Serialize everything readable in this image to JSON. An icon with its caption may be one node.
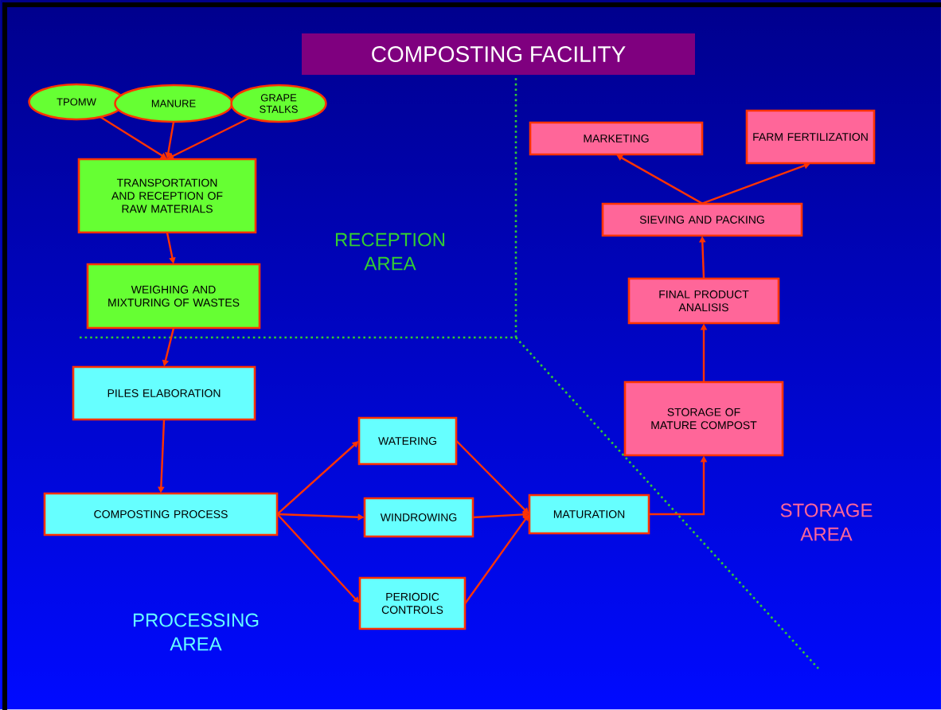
{
  "diagram": {
    "title": "COMPOSTING FACILITY",
    "nodes": [
      {
        "text": [
          "TPOMW"
        ]
      },
      {
        "text": [
          "MANURE"
        ]
      },
      {
        "text": [
          "GRAPE STALKS"
        ]
      },
      {
        "text": [
          "TRANSPORTATION AND RECEPTION OF RAW MATERIALS"
        ]
      },
      {
        "text": [
          "WEIGHING AND MIXTURING OF WASTES"
        ]
      },
      {
        "text": [
          "PILES ELABORATION"
        ]
      },
      {
        "text": [
          "COMPOSTING PROCESS"
        ]
      },
      {
        "text": [
          "WATERING"
        ]
      },
      {
        "text": [
          "WINDROWING"
        ]
      },
      {
        "text": [
          "PERIODIC CONTROLS"
        ]
      },
      {
        "text": [
          "MATURATION"
        ]
      },
      {
        "text": [
          "STORAGE OF MATURE COMPOST"
        ]
      },
      {
        "text": [
          "FINAL PRODUCT ANALISIS"
        ]
      },
      {
        "text": [
          "SIEVING AND PACKING"
        ]
      },
      {
        "text": [
          "MARKETING"
        ]
      },
      {
        "text": [
          "FARM FERTILIZATION"
        ]
      }
    ],
    "edges": [
      {
        "from": 0,
        "to": 3,
        "arrow": "to"
      },
      {
        "from": 1,
        "to": 3,
        "arrow": "to"
      },
      {
        "from": 2,
        "to": 3,
        "arrow": "to"
      },
      {
        "from": 3,
        "to": 4,
        "arrow": "to"
      },
      {
        "from": 4,
        "to": 5,
        "arrow": "to"
      },
      {
        "from": 5,
        "to": 6,
        "arrow": "to"
      },
      {
        "from": 6,
        "to": 7,
        "arrow": "to"
      },
      {
        "from": 6,
        "to": 8,
        "arrow": "to"
      },
      {
        "from": 6,
        "to": 9,
        "arrow": "to"
      },
      {
        "from": 7,
        "to": 10,
        "arrow": "to"
      },
      {
        "from": 8,
        "to": 10,
        "arrow": "to"
      },
      {
        "from": 9,
        "to": 10,
        "arrow": "to"
      },
      {
        "from": 10,
        "to": 11,
        "arrow": "to"
      },
      {
        "from": 11,
        "to": 12,
        "arrow": "to"
      },
      {
        "from": 12,
        "to": 13,
        "arrow": "to"
      },
      {
        "from": 13,
        "to": 14,
        "arrow": "to"
      },
      {
        "from": 13,
        "to": 15,
        "arrow": "to"
      }
    ],
    "labels": [
      "RECEPTION AREA",
      "STORAGE AREA",
      "PROCESSING AREA"
    ]
  }
}
